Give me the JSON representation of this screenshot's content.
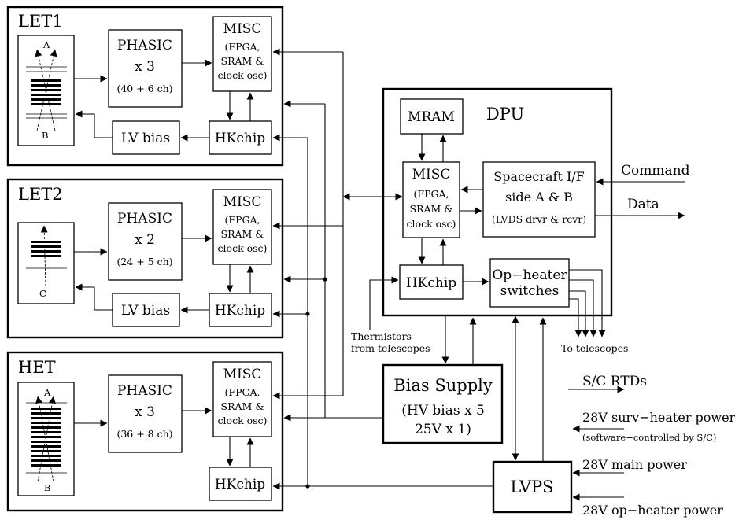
{
  "let1": {
    "title": "LET1",
    "det_a": "A",
    "det_b": "B",
    "phasic_l1": "PHASIC",
    "phasic_l2": "x 3",
    "phasic_l3": "(40 + 6 ch)",
    "misc_l1": "MISC",
    "misc_l2": "(FPGA,",
    "misc_l3": "SRAM &",
    "misc_l4": "clock osc)",
    "lvbias": "LV bias",
    "hkchip": "HKchip"
  },
  "let2": {
    "title": "LET2",
    "det_c": "C",
    "phasic_l1": "PHASIC",
    "phasic_l2": "x 2",
    "phasic_l3": "(24 + 5 ch)",
    "misc_l1": "MISC",
    "misc_l2": "(FPGA,",
    "misc_l3": "SRAM &",
    "misc_l4": "clock osc)",
    "lvbias": "LV bias",
    "hkchip": "HKchip"
  },
  "het": {
    "title": "HET",
    "det_a": "A",
    "det_b": "B",
    "phasic_l1": "PHASIC",
    "phasic_l2": "x 3",
    "phasic_l3": "(36 + 8 ch)",
    "misc_l1": "MISC",
    "misc_l2": "(FPGA,",
    "misc_l3": "SRAM &",
    "misc_l4": "clock osc)",
    "hkchip": "HKchip"
  },
  "dpu": {
    "title": "DPU",
    "mram": "MRAM",
    "misc_l1": "MISC",
    "misc_l2": "(FPGA,",
    "misc_l3": "SRAM &",
    "misc_l4": "clock osc)",
    "scif_l1": "Spacecraft I/F",
    "scif_l2": "side A & B",
    "scif_l3": "(LVDS drvr & rcvr)",
    "hkchip": "HKchip",
    "heater_l1": "Op−heater",
    "heater_l2": "switches"
  },
  "bias": {
    "l1": "Bias Supply",
    "l2": "(HV bias x 5",
    "l3": "25V x 1)"
  },
  "lvps": {
    "label": "LVPS"
  },
  "labels": {
    "command": "Command",
    "data": "Data",
    "thermistors_l1": "Thermistors",
    "thermistors_l2": "from telescopes",
    "to_telescopes": "To telescopes",
    "sc_rtds": "S/C RTDs",
    "surv_heater": "28V surv−heater power",
    "surv_note": "(software−controlled by S/C)",
    "main_power": "28V main power",
    "op_heater": "28V op−heater power"
  }
}
